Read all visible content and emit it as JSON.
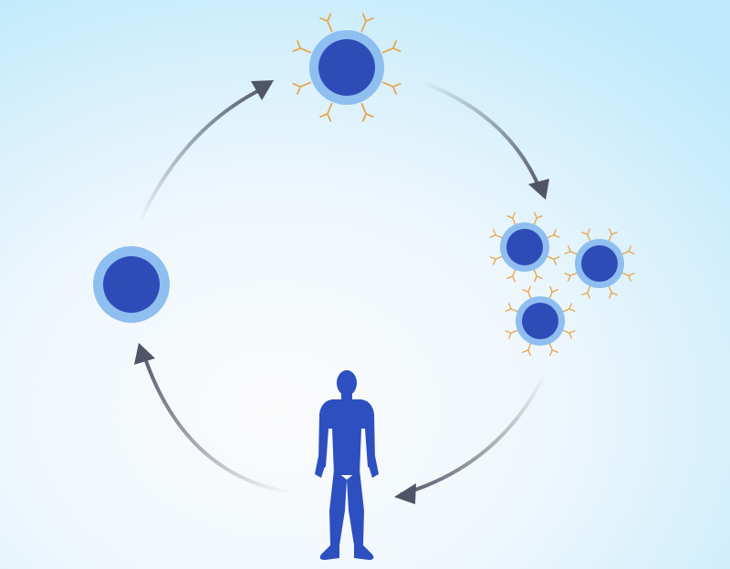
{
  "colors": {
    "background_center": "#fbfbfc",
    "background_edge": "#bfe9fb",
    "cell_outer": "#8fbef0",
    "cell_nucleus": "#2e4cb8",
    "receptor": "#e7a64c",
    "arrow": "#4f5566",
    "human": "#2d4fbf"
  },
  "icons": {
    "cell": "t-cell-icon",
    "car_cell": "car-t-cell-icon",
    "human": "human-figure-icon",
    "arrow": "cycle-arrow-icon"
  },
  "cycle_steps": [
    "t-cell",
    "engineered-car-t-cell",
    "expanded-car-t-cells",
    "patient"
  ]
}
